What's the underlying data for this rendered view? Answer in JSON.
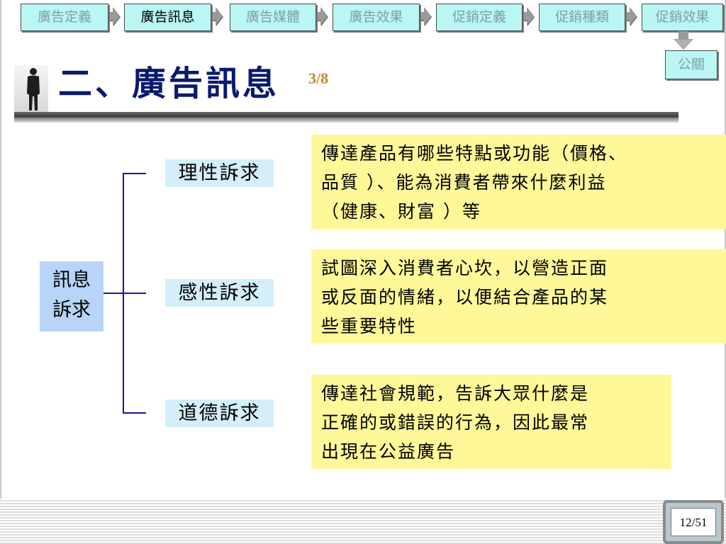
{
  "nav": {
    "items": [
      {
        "label": "廣告定義",
        "active": false
      },
      {
        "label": "廣告訊息",
        "active": true
      },
      {
        "label": "廣告媒體",
        "active": false
      },
      {
        "label": "廣告效果",
        "active": false
      },
      {
        "label": "促銷定義",
        "active": false
      },
      {
        "label": "促銷種類",
        "active": false
      },
      {
        "label": "促銷效果",
        "active": false
      }
    ],
    "extra": {
      "label": "公關"
    }
  },
  "header": {
    "title": "二、廣告訊息",
    "pager": "3/8"
  },
  "tree": {
    "root": {
      "line1": "訊息",
      "line2": "訴求"
    },
    "branches": [
      {
        "label": "理性訴求",
        "description": [
          "傳達產品有哪些特點或功能（價格、",
          "品質 ）、能為消費者帶來什麼利益",
          "（健康、財富 ）等"
        ]
      },
      {
        "label": "感性訴求",
        "description": [
          "試圖深入消費者心坎，以營造正面",
          "或反面的情緒，以便結合產品的某",
          "些重要特性"
        ]
      },
      {
        "label": "道德訴求",
        "description": [
          "傳達社會規範，告訴大眾什麼是",
          "正確的或錯誤的行為，因此最常",
          "出現在公益廣告"
        ]
      }
    ]
  },
  "footer": {
    "page": "12/51"
  },
  "colors": {
    "nav_bg": "#b9f6f4",
    "nav_text": "#7f9fa8",
    "title": "#0a1a6e",
    "pager": "#c0872a",
    "root_bg": "#b8d4f8",
    "branch_bg": "#d4eefa",
    "desc_bg": "#fef898",
    "tree_line": "#1a1a8a"
  },
  "icons": {
    "nav_arrow": "chevron-right-arrow-icon",
    "down_arrow": "down-arrow-icon",
    "photo": "standing-man-photo"
  }
}
